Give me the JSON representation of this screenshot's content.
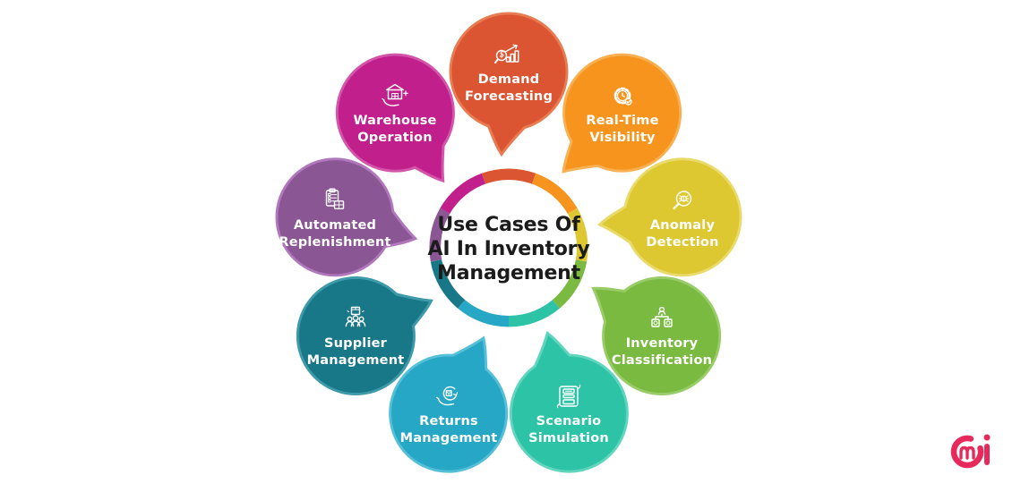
{
  "title": {
    "line1": "Use Cases Of",
    "line2": "AI In Inventory",
    "line3": "Management"
  },
  "bubbles": [
    {
      "id": "demand-forecasting",
      "label_line1": "Demand",
      "label_line2": "Forecasting",
      "color": "#DC5532",
      "border": "#E77B51",
      "icon": "magnifier-bar-chart-icon"
    },
    {
      "id": "real-time-visibility",
      "label_line1": "Real-Time",
      "label_line2": "Visibility",
      "color": "#F7941E",
      "border": "#F9B053",
      "icon": "gear-clock-icon"
    },
    {
      "id": "anomaly-detection",
      "label_line1": "Anomaly",
      "label_line2": "Detection",
      "color": "#DEC832",
      "border": "#E9DA6B",
      "icon": "magnifier-bug-icon"
    },
    {
      "id": "inventory-classification",
      "label_line1": "Inventory",
      "label_line2": "Classification",
      "color": "#7BBA40",
      "border": "#98CC67",
      "icon": "hierarchy-boxes-icon"
    },
    {
      "id": "scenario-simulation",
      "label_line1": "Scenario",
      "label_line2": "Simulation",
      "color": "#2DC3A6",
      "border": "#5FD5BE",
      "icon": "layers-sync-icon"
    },
    {
      "id": "returns-management",
      "label_line1": "Returns",
      "label_line2": "Management",
      "color": "#26A7C5",
      "border": "#56BFD8",
      "icon": "hand-box-return-icon"
    },
    {
      "id": "supplier-management",
      "label_line1": "Supplier",
      "label_line2": "Management",
      "color": "#197888",
      "border": "#3E9AA9",
      "icon": "people-box-icon"
    },
    {
      "id": "automated-replenishment",
      "label_line1": "Automated",
      "label_line2": "Replenishment",
      "color": "#8A5694",
      "border": "#B077BC",
      "icon": "checklist-doc-icon"
    },
    {
      "id": "warehouse-operation",
      "label_line1": "Warehouse",
      "label_line2": "Operation",
      "color": "#C11F8C",
      "border": "#D255A9",
      "icon": "hand-warehouse-icon"
    }
  ],
  "logo": {
    "name": "cmi-logo",
    "color": "#E72A5C"
  },
  "colors": {
    "background": "#FFFFFF",
    "title_text": "#1B1B1B",
    "bubble_text": "#FFFFFF",
    "icon_stroke": "#FFFFFF",
    "hub_inner": "#FFFFFF"
  }
}
